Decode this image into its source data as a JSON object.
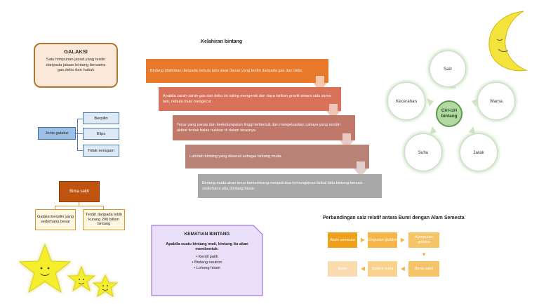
{
  "galaksi": {
    "title": "GALAKSI",
    "body": "Satu himpunan jasad yang terdiri daripada jutaan bintang bersama gas,debu dan habuk"
  },
  "jenis_galaksi": {
    "root": "Jenis galaksi",
    "children": [
      "Berpilin",
      "Elips",
      "Tidak seragam"
    ]
  },
  "bima_sakti": {
    "root": "Bima sakti",
    "children": [
      "Galaksi berpilin yang sederhana besar",
      "Terdiri daripada lebih kurang 200 billion bintang"
    ]
  },
  "kelahiran": {
    "title": "Kelahiran bintang",
    "steps": [
      "Bintang dilahirkan daripada nebula iaitu awan besar yang terdiri daripada gas dan debu",
      "Apabila zarah-zarah gas dan debu ini saling mengerak dan daya tarikan graviti antara satu sama lain, nebula mula mengecut",
      "Teras yang panas dan berketumpatan tinggi terbentuk dan mengeluarkan cahaya yang sendiri akibat tindak balas nuklear di dalam terasnya",
      "Lahirlah bintang yang dikenali sebagai bintang muda",
      "Bintang muda akan terus berkembang menjadi dua kemungkinan fizikal iaitu bintang bersaiz sederhana atau bintang besar"
    ],
    "colors": [
      "#e8782a",
      "#d9725a",
      "#c0786a",
      "#b98277",
      "#a8a8a8"
    ]
  },
  "kematian": {
    "title": "KEMATIAN BINTANG",
    "body": "Apabila suatu bintang mati, bintang itu akan membentuk:",
    "items": [
      "Kerdil putih",
      "Bintang neutron",
      "Lohong hitam"
    ]
  },
  "ciri": {
    "center": "Ciri-ciri bintang",
    "items": [
      "Saiz",
      "Warna",
      "Jarak",
      "Suhu",
      "Kecerahan"
    ]
  },
  "perbandingan": {
    "title": "Perbandingan saiz relatif antara Bumi dengan Alam Semesta",
    "row1": [
      "Alam semesta",
      "Gugusan galaksi",
      "Kumpulan galaksi"
    ],
    "row2": [
      "Bumi",
      "Sistem suria",
      "Bima sakti"
    ],
    "colors": {
      "alam": "#f0a11b",
      "gugusan": "#f4b649",
      "kumpulan": "#f6c468",
      "bima": "#f6c468",
      "sistem": "#f8d28e",
      "bumi": "#fadbb0"
    }
  }
}
